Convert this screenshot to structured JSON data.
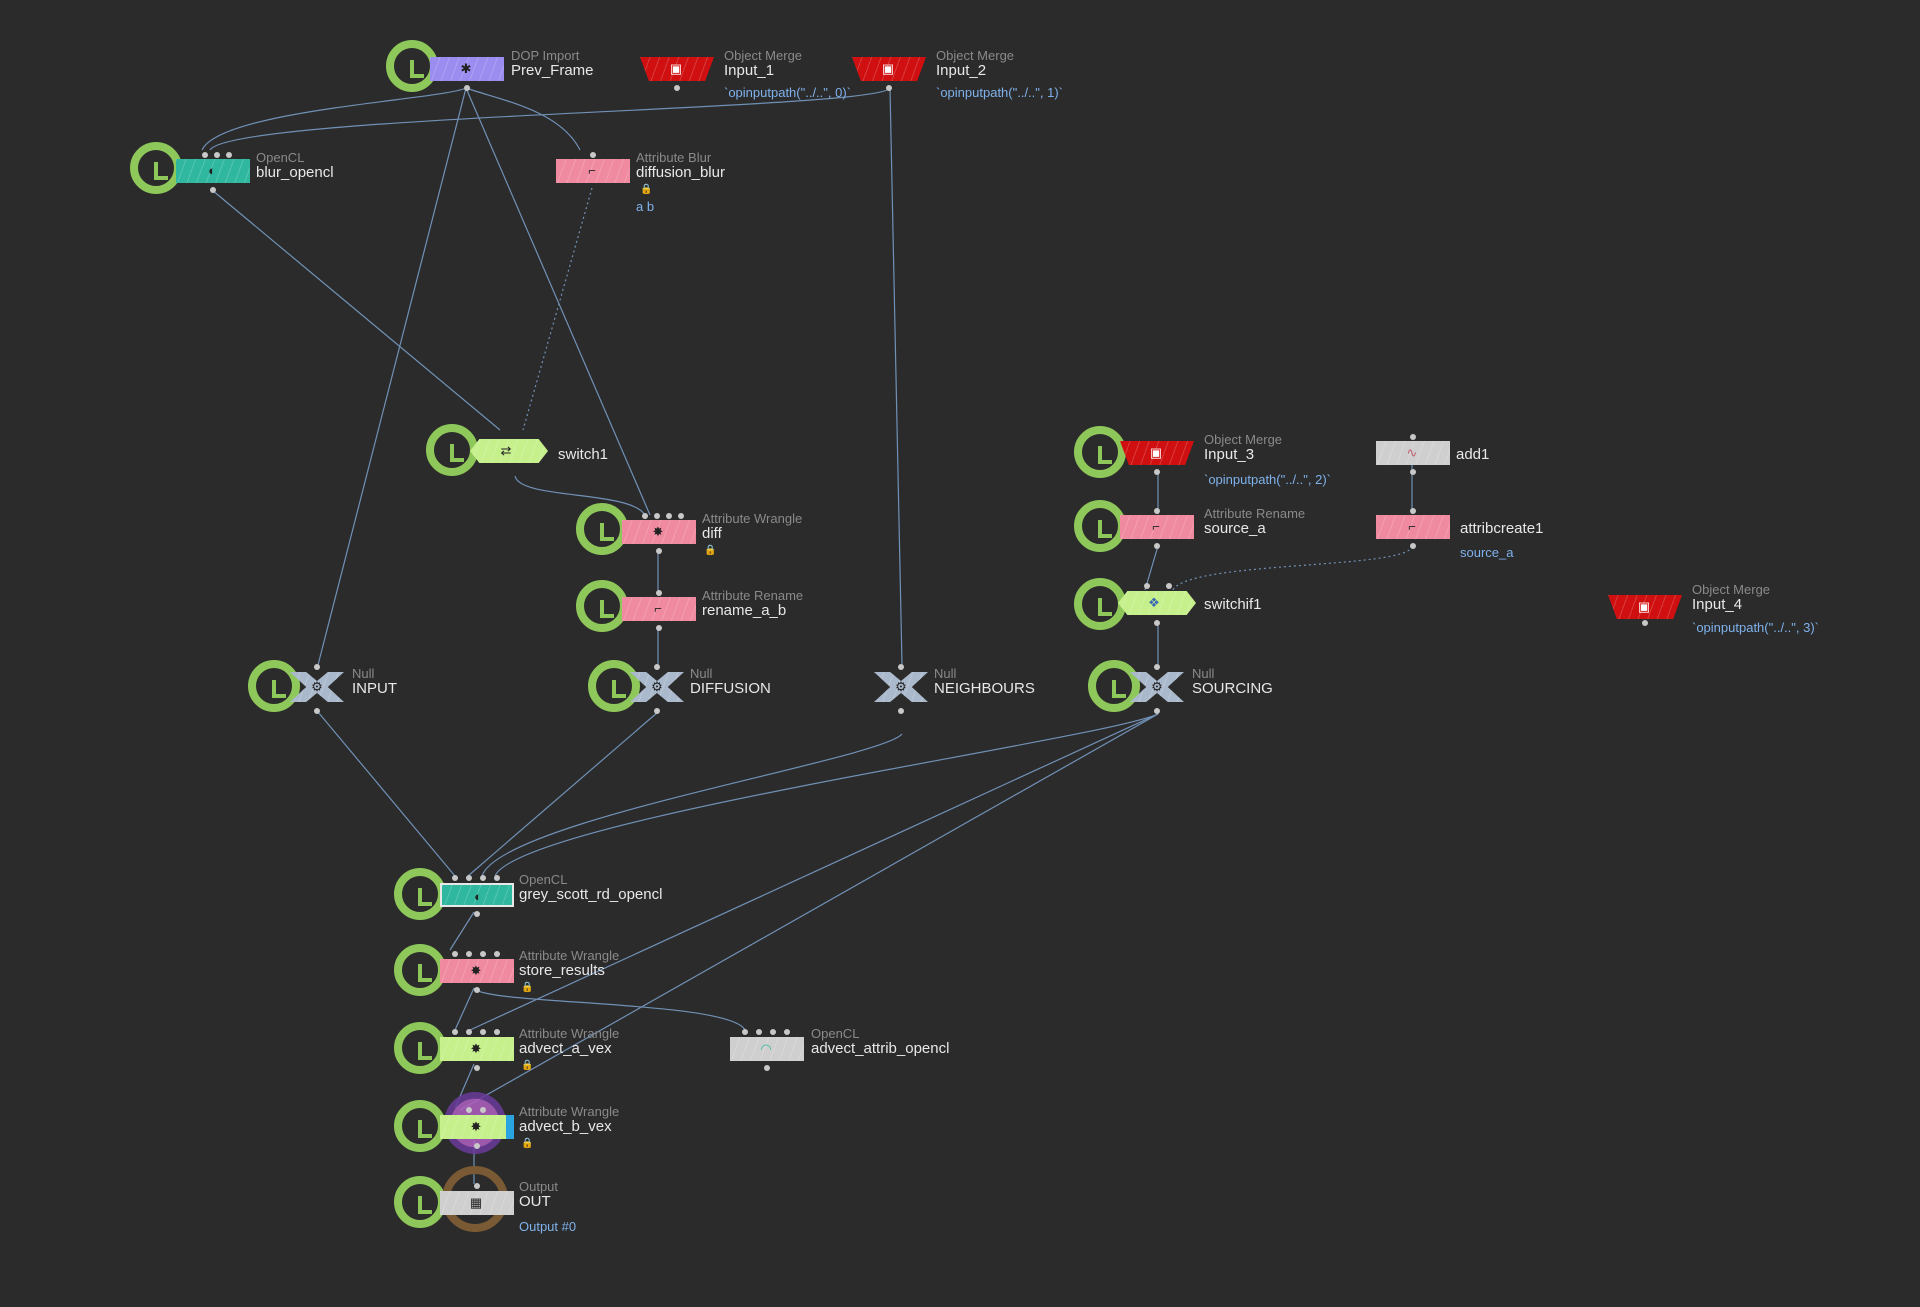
{
  "app": "Houdini Network Editor",
  "colors": {
    "background": "#2b2b2b",
    "wire": "#7da3cf",
    "opencl": "#2fb89f",
    "wrangle_pink": "#f08aa0",
    "wrangle_green": "#c6f08c",
    "object_merge": "#d01010",
    "null": "#aab9cc",
    "dop_import": "#9b8cf0",
    "gray": "#cfcfcf",
    "display_ring": "#8fc85a"
  },
  "nodes": {
    "prev_frame": {
      "type": "DOP Import",
      "name": "Prev_Frame",
      "icon": "dop-import-icon"
    },
    "input_1": {
      "type": "Object Merge",
      "name": "Input_1",
      "param": "`opinputpath(\"../..\", 0)`",
      "icon": "object-merge-icon"
    },
    "input_2": {
      "type": "Object Merge",
      "name": "Input_2",
      "param": "`opinputpath(\"../..\", 1)`",
      "icon": "object-merge-icon"
    },
    "blur_opencl": {
      "type": "OpenCL",
      "name": "blur_opencl",
      "icon": "opencl-icon"
    },
    "diffusion_blur": {
      "type": "Attribute Blur",
      "name": "diffusion_blur",
      "param": "a b",
      "icon": "attribute-blur-icon"
    },
    "switch1": {
      "type": "",
      "name": "switch1",
      "icon": "switch-icon"
    },
    "diff": {
      "type": "Attribute Wrangle",
      "name": "diff",
      "icon": "wrangle-icon"
    },
    "rename_a_b": {
      "type": "Attribute Rename",
      "name": "rename_a_b",
      "icon": "attribute-rename-icon"
    },
    "input_null": {
      "type": "Null",
      "name": "INPUT",
      "icon": "null-icon"
    },
    "diffusion_null": {
      "type": "Null",
      "name": "DIFFUSION",
      "icon": "null-icon"
    },
    "neighbours_null": {
      "type": "Null",
      "name": "NEIGHBOURS",
      "icon": "null-icon"
    },
    "sourcing_null": {
      "type": "Null",
      "name": "SOURCING",
      "icon": "null-icon"
    },
    "input_3": {
      "type": "Object Merge",
      "name": "Input_3",
      "param": "`opinputpath(\"../..\", 2)`",
      "icon": "object-merge-icon"
    },
    "add1": {
      "type": "",
      "name": "add1",
      "icon": "add-icon"
    },
    "source_a": {
      "type": "Attribute Rename",
      "name": "source_a",
      "icon": "attribute-rename-icon"
    },
    "attribcreate1": {
      "type": "",
      "name": "attribcreate1",
      "param": "source_a",
      "icon": "attribute-create-icon"
    },
    "switchif1": {
      "type": "",
      "name": "switchif1",
      "icon": "switchif-icon"
    },
    "input_4": {
      "type": "Object Merge",
      "name": "Input_4",
      "param": "`opinputpath(\"../..\", 3)`",
      "icon": "object-merge-icon"
    },
    "grey_scott": {
      "type": "OpenCL",
      "name": "grey_scott_rd_opencl",
      "icon": "opencl-icon"
    },
    "store_results": {
      "type": "Attribute Wrangle",
      "name": "store_results",
      "icon": "wrangle-icon"
    },
    "advect_a_vex": {
      "type": "Attribute Wrangle",
      "name": "advect_a_vex",
      "icon": "wrangle-icon"
    },
    "advect_attrib_opencl": {
      "type": "OpenCL",
      "name": "advect_attrib_opencl",
      "icon": "opencl-icon"
    },
    "advect_b_vex": {
      "type": "Attribute Wrangle",
      "name": "advect_b_vex",
      "icon": "wrangle-icon"
    },
    "out": {
      "type": "Output",
      "name": "OUT",
      "param": "Output #0",
      "icon": "output-icon"
    }
  }
}
